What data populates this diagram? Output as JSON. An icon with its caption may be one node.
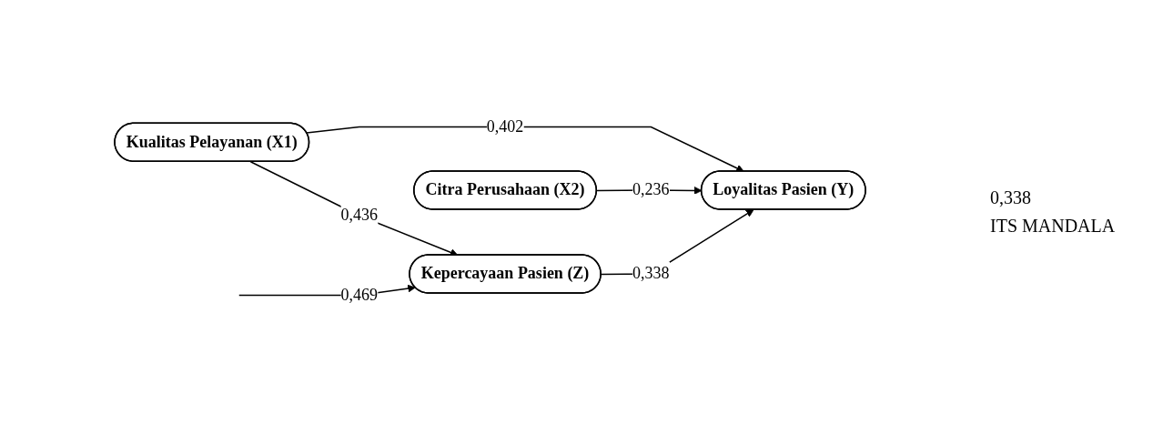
{
  "diagram": {
    "nodes": [
      {
        "text": [
          "Kualitas Pelayanan (X1)"
        ]
      },
      {
        "text": [
          "Citra Perusahaan (X2)"
        ]
      },
      {
        "text": [
          "Kepercayaan Pasien (Z)"
        ]
      },
      {
        "text": [
          "Loyalitas Pasien (Y)"
        ]
      }
    ],
    "edges": [
      {
        "from": 0,
        "to": 2,
        "arrow": "to",
        "label": "0,436"
      },
      {
        "from": 0,
        "to": 3,
        "arrow": "to",
        "label": "0,402"
      },
      {
        "from": 1,
        "to": 3,
        "arrow": "to",
        "label": "0,236"
      },
      {
        "from": 2,
        "to": 3,
        "arrow": "to",
        "label": "0,338"
      },
      {
        "from": null,
        "to": 2,
        "arrow": "to",
        "label": "0,469"
      }
    ],
    "labels": [
      "0,338",
      "ITS MANDALA"
    ]
  }
}
